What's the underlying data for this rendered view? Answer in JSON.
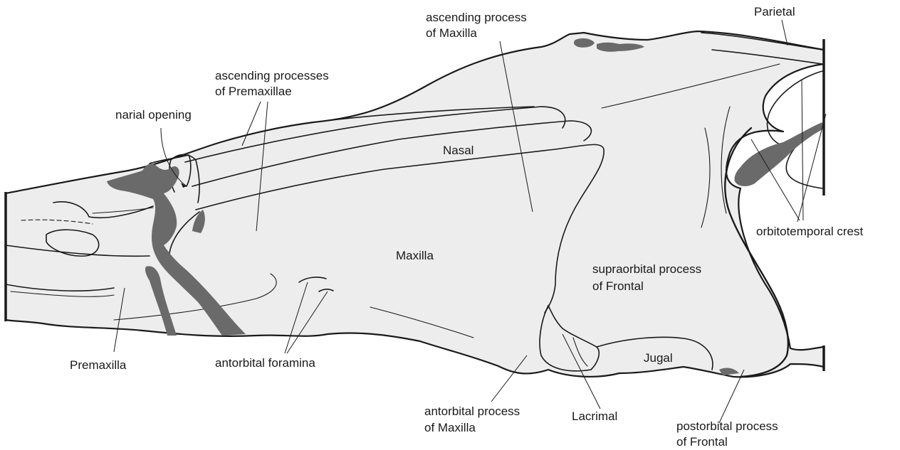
{
  "labels": {
    "ascending_process_maxilla": [
      "ascending process",
      "of Maxilla"
    ],
    "parietal": "Parietal",
    "ascending_processes_premaxillae": [
      "ascending processes",
      "of Premaxillae"
    ],
    "narial_opening": "narial opening",
    "nasal": "Nasal",
    "maxilla": "Maxilla",
    "supraorbital_process_frontal": [
      "supraorbital process",
      "of Frontal"
    ],
    "orbitotemporal_crest": "orbitotemporal crest",
    "premaxilla": "Premaxilla",
    "antorbital_foramina": "antorbital foramina",
    "jugal": "Jugal",
    "antorbital_process_maxilla": [
      "antorbital process",
      "of Maxilla"
    ],
    "lacrimal": "Lacrimal",
    "postorbital_process_frontal": [
      "postorbital process",
      "of Frontal"
    ]
  },
  "colors": {
    "bone_fill": "#ededed",
    "outline": "#1a1a1a",
    "sediment": "#6a6a6a"
  }
}
